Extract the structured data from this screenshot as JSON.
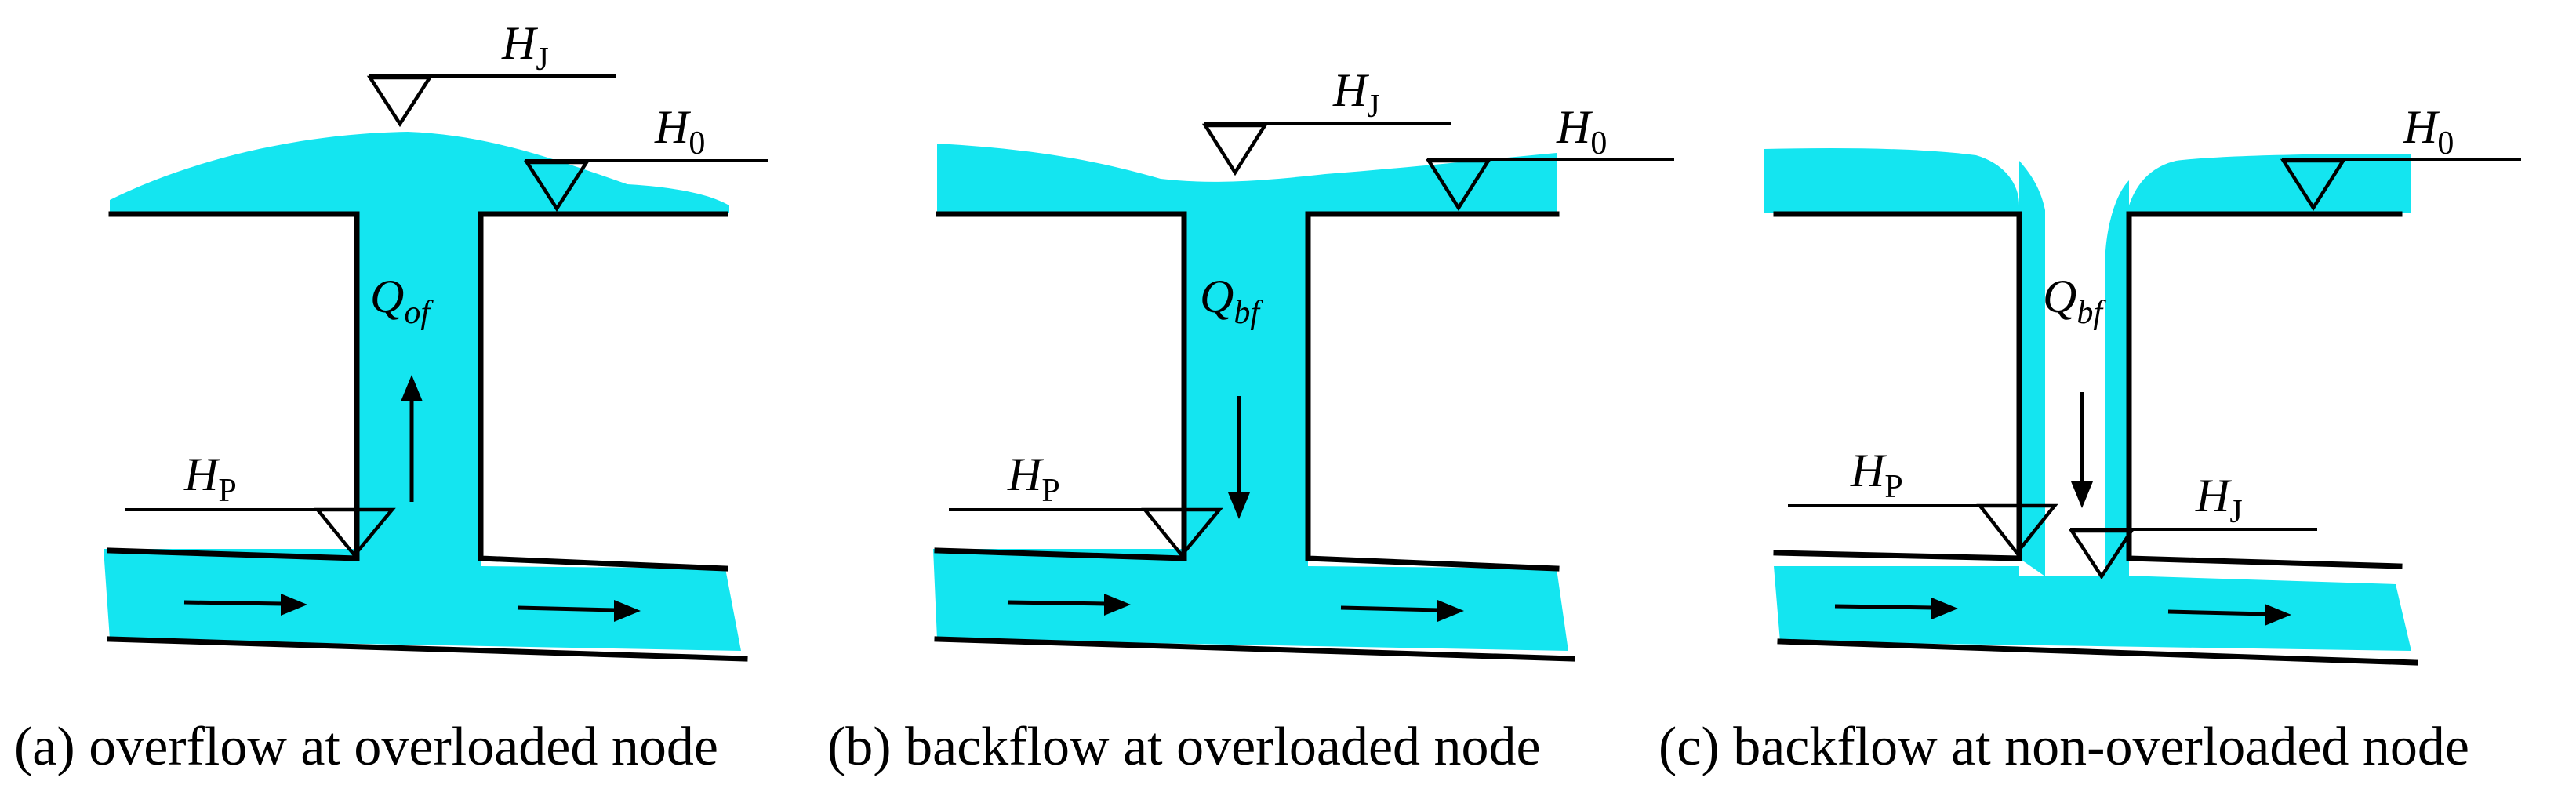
{
  "panels": [
    {
      "id": "a",
      "caption": "(a) overflow at overloaded node",
      "flow_label": {
        "main": "Q",
        "sub": "of"
      },
      "labels": {
        "HJ": {
          "main": "H",
          "sub": "J"
        },
        "H0": {
          "main": "H",
          "sub": "0"
        },
        "HP": {
          "main": "H",
          "sub": "P"
        }
      },
      "shaft_flow_direction": "up"
    },
    {
      "id": "b",
      "caption": "(b) backflow at overloaded node",
      "flow_label": {
        "main": "Q",
        "sub": "bf"
      },
      "labels": {
        "HJ": {
          "main": "H",
          "sub": "J"
        },
        "H0": {
          "main": "H",
          "sub": "0"
        },
        "HP": {
          "main": "H",
          "sub": "P"
        }
      },
      "shaft_flow_direction": "down"
    },
    {
      "id": "c",
      "caption": "(c) backflow at non-overloaded node",
      "flow_label": {
        "main": "Q",
        "sub": "bf"
      },
      "labels": {
        "HJ": {
          "main": "H",
          "sub": "J"
        },
        "H0": {
          "main": "H",
          "sub": "0"
        },
        "HP": {
          "main": "H",
          "sub": "P"
        }
      },
      "shaft_flow_direction": "down"
    }
  ],
  "colors": {
    "water": "#14E5F0",
    "structure": "#000000"
  }
}
